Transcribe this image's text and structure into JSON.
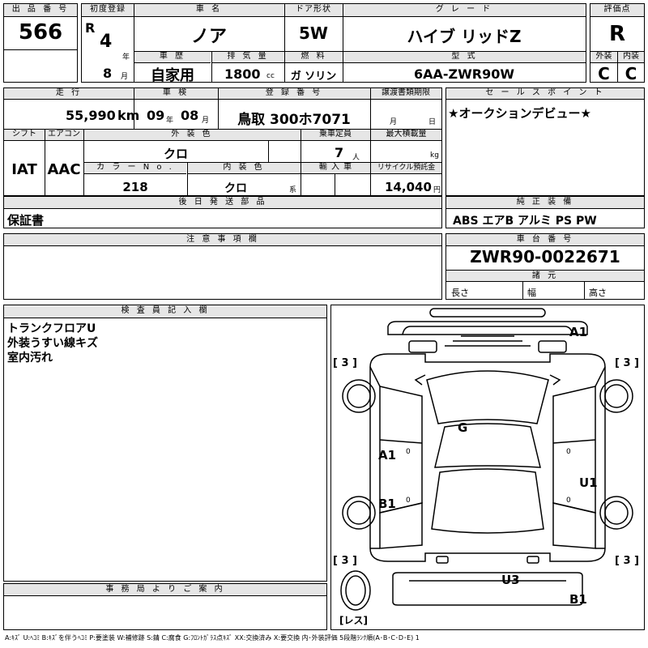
{
  "header": {
    "lot_label": "出 品 番 号",
    "lot_number": "566",
    "reg_label": "初度登録",
    "era": "R",
    "year": "4",
    "year_unit": "年",
    "month": "8",
    "month_unit": "月",
    "name_label": "車 名",
    "car_name": "ノア",
    "door_label": "ドア形状",
    "door": "5W",
    "grade_label": "グ レ ー ド",
    "grade": "ハイブ リッドZ",
    "score_label": "評価点",
    "score": "R",
    "history_label": "車 歴",
    "history": "自家用",
    "disp_label": "排 気 量",
    "displacement": "1800",
    "disp_unit": "cc",
    "fuel_label": "燃 料",
    "fuel": "ガ ソリン",
    "model_label": "型 式",
    "model": "6AA-ZWR90W",
    "ext_label": "外装",
    "ext_score": "C",
    "int_label": "内装",
    "int_score": "C"
  },
  "row2": {
    "mileage_label": "走 行",
    "mileage": "55,990",
    "mileage_unit": "km",
    "inspect_label": "車 検",
    "inspect_year": "09",
    "inspect_year_unit": "年",
    "inspect_month": "08",
    "inspect_month_unit": "月",
    "plate_label": "登 録 番 号",
    "plate": "鳥取 300ホ7071",
    "transfer_label": "譲渡書類期限",
    "transfer_month": "月",
    "transfer_day": "日",
    "shift_label": "シフト",
    "shift": "IAT",
    "ac_label": "エアコン",
    "ac": "AAC",
    "color_label": "外 装 色",
    "color": "クロ",
    "capacity_label": "乗車定員",
    "capacity": "7",
    "capacity_unit": "人",
    "load_label": "最大積載量",
    "load_unit": "kg",
    "color_no_label": "カ ラ ー N o .",
    "color_no": "218",
    "int_color_label": "内 装 色",
    "int_color": "クロ",
    "int_color_unit": "系",
    "import_label": "輸 入 車",
    "recycle_label": "リサイクル預託金",
    "recycle": "14,040",
    "recycle_unit": "円",
    "sales_label": "セ ー ル ス ポ イ ン ト",
    "sales": "★オークションデビュー★"
  },
  "parts": {
    "label": "後 日 発 送 部 品",
    "value": "保証書",
    "equip_label": "純 正 装 備",
    "equip": "ABS エアB アルミ PS PW"
  },
  "notes": {
    "label": "注 意 事 項 欄",
    "chassis_label": "車 台 番 号",
    "chassis": "ZWR90-0022671",
    "dims_label": "諸 元",
    "length": "長さ",
    "width": "幅",
    "height": "高さ"
  },
  "inspector": {
    "label": "検 査 員 記 入 欄",
    "lines": [
      "トランクフロアU",
      "外装うすい線キズ",
      "室内汚れ"
    ]
  },
  "office": {
    "label": "事 務 局 よ り ご 案 内"
  },
  "diagram": {
    "marks": [
      "A1",
      "G",
      "A1",
      "U1",
      "B1",
      "U3",
      "B1"
    ],
    "tires": [
      "[ 3 ]",
      "[ 3 ]",
      "[ 3 ]",
      "[ 3 ]"
    ],
    "spare": "[レス]",
    "zero": "0"
  },
  "legend": "A:ｷｽﾞ U:ﾍｺﾐ B:ｷｽﾞを伴うﾍｺﾐ P:要塗装 W:補修跡 S:錆 C:腐食 G:ﾌﾛﾝﾄｶﾞﾗｽ点ｷｽﾞ XX:交換済み X:要交換 内･外装評価 5段階ﾗﾝｸ順(A･B･C･D･E) 1"
}
